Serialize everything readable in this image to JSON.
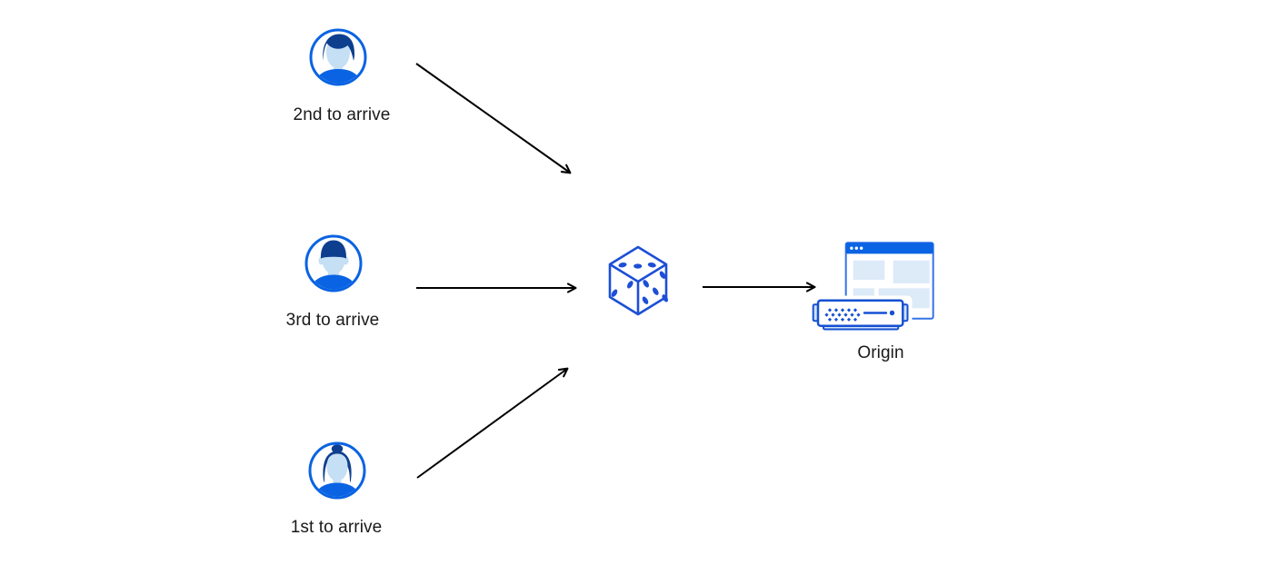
{
  "diagram": {
    "title": "random traffic steering to origin",
    "nodes": {
      "clients": [
        {
          "id": "client-2nd",
          "label": "2nd to arrive",
          "avatar": "man-quiff-avatar"
        },
        {
          "id": "client-3rd",
          "label": "3rd to arrive",
          "avatar": "man-short-hair-avatar"
        },
        {
          "id": "client-1st",
          "label": "1st to arrive",
          "avatar": "woman-bun-avatar"
        }
      ],
      "router": {
        "id": "dice",
        "icon": "dice-icon"
      },
      "origin": {
        "id": "origin",
        "label": "Origin",
        "icon": "origin-server-icon"
      }
    },
    "arrows": [
      {
        "from": "client-2nd",
        "to": "dice"
      },
      {
        "from": "client-3rd",
        "to": "dice"
      },
      {
        "from": "client-1st",
        "to": "dice"
      },
      {
        "from": "dice",
        "to": "origin"
      }
    ],
    "palette": {
      "primary_blue": "#0a63e3",
      "hair_navy": "#0e3f8e",
      "face_light_blue": "#c5dff4",
      "dice_blue": "#1d4fd6",
      "server_blue": "#1550d2",
      "window_border_blue": "#3573e8",
      "panel_light_blue": "#ddeaf8",
      "tab_light_blue": "#cfe2f6",
      "arrow_black": "#000000",
      "label_text": "#1a1a1a",
      "background": "#ffffff"
    }
  }
}
